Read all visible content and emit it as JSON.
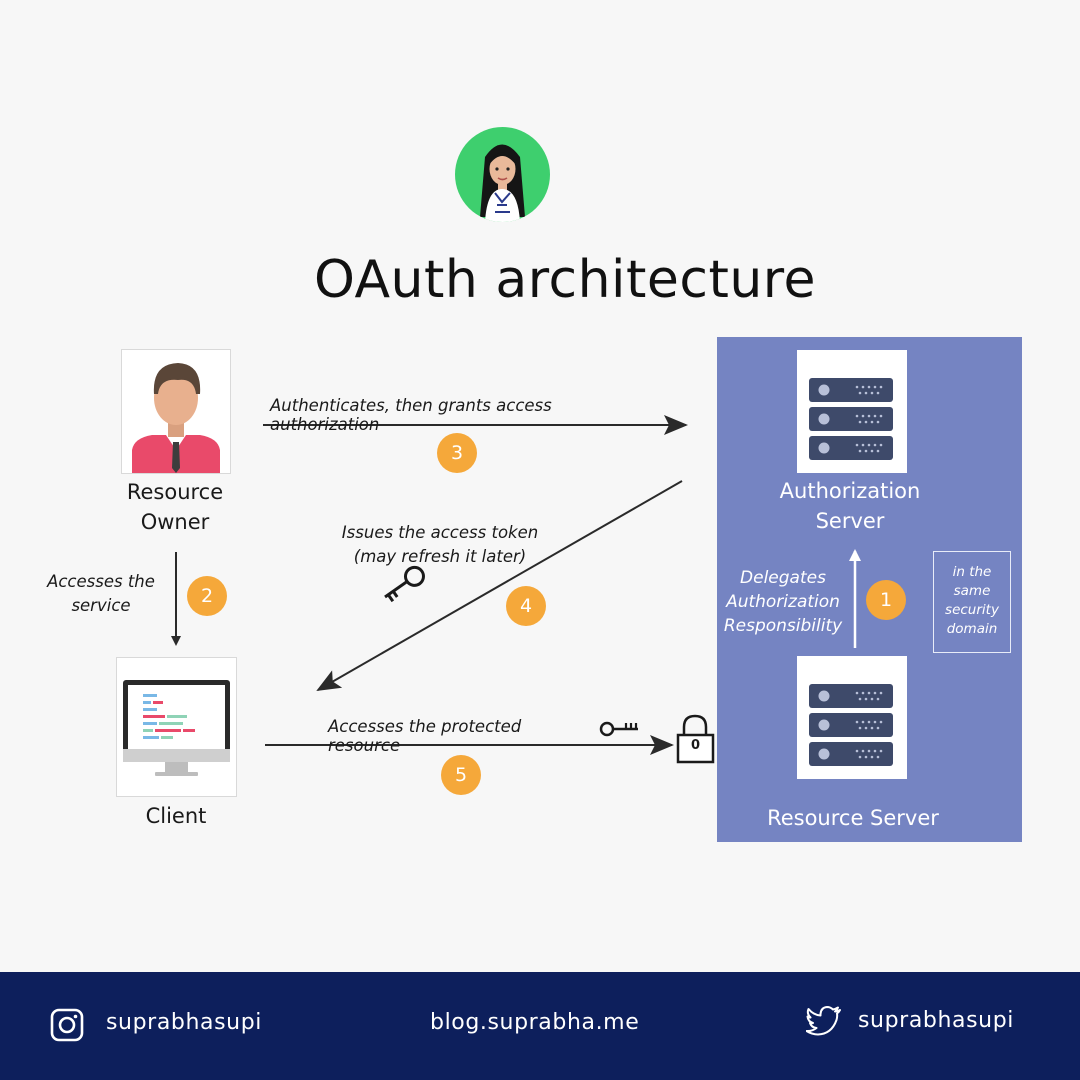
{
  "title": "OAuth architecture",
  "nodes": {
    "resource_owner": [
      "Resource",
      "Owner"
    ],
    "client": "Client",
    "authorization_server": [
      "Authorization",
      "Server"
    ],
    "resource_server": "Resource Server"
  },
  "edges": {
    "e3_label": "Authenticates, then grants access authorization",
    "e3_step": "3",
    "e4_label": [
      "Issues the access token",
      "(may refresh it later)"
    ],
    "e4_step": "4",
    "e2_label": [
      "Accesses the",
      "service"
    ],
    "e2_step": "2",
    "e5_label": "Accesses the protected resource",
    "e5_step": "5",
    "e1_label": [
      "Delegates",
      "Authorization",
      "Responsibility"
    ],
    "e1_step": "1"
  },
  "domain_note": [
    "in the",
    "same",
    "security",
    "domain"
  ],
  "lock_digit": "0",
  "footer": {
    "instagram": "suprabhasupi",
    "blog": "blog.suprabha.me",
    "twitter": "suprabhasupi"
  },
  "colors": {
    "panel": "#7584c2",
    "badge": "#f5a83a",
    "footer": "#0d1f5c",
    "avatar_bg": "#3ecf6e"
  },
  "icons": [
    "avatar",
    "user-icon",
    "server-icon",
    "monitor-icon",
    "key-icon",
    "lock-icon",
    "instagram-icon",
    "twitter-icon"
  ]
}
